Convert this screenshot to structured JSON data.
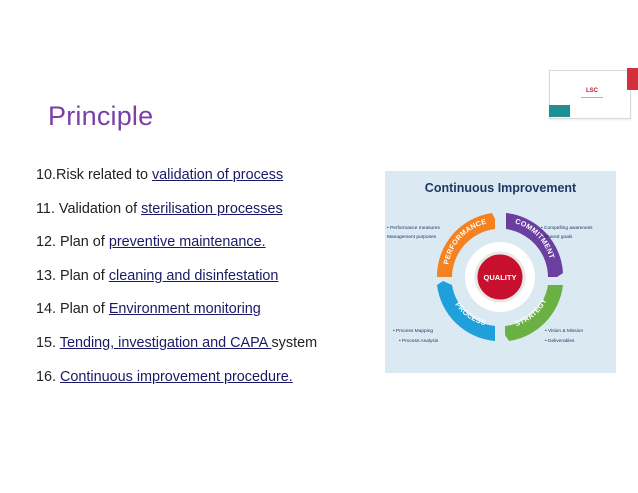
{
  "slide": {
    "title": "Principle",
    "logo_text": "LSC",
    "items": [
      {
        "prefix": "10.Risk related to ",
        "link": "validation of process",
        "suffix": ""
      },
      {
        "prefix": "11. Validation of ",
        "link": "sterilisation processes",
        "suffix": ""
      },
      {
        "prefix": "12. Plan of ",
        "link": "preventive maintenance.",
        "suffix": ""
      },
      {
        "prefix": "13. Plan of ",
        "link": "cleaning and disinfestation",
        "suffix": ""
      },
      {
        "prefix": "14. Plan of ",
        "link": "Environment monitoring",
        "suffix": ""
      },
      {
        "prefix": "15. ",
        "link": "Tending, investigation and CAPA ",
        "suffix": "system"
      },
      {
        "prefix": "16.  ",
        "link": "Continuous improvement procedure.",
        "suffix": ""
      }
    ]
  },
  "diagram": {
    "title": "Continuous Improvement",
    "center": "QUALITY",
    "segments": {
      "performance": "PERFORMANCE",
      "commitment": "COMMITMENT",
      "strategy": "STRATEGY",
      "process": "PROCESS"
    },
    "notes": {
      "top_left_1": "• Performance measures",
      "top_left_2": "Management purposes",
      "top_right_1": "• Compelling awareness",
      "top_right_2": "• Shared goals",
      "bottom_left_1": "• Process Mapping",
      "bottom_left_2": "• Process Analysis",
      "bottom_right_1": "• Vision & Mission",
      "bottom_right_2": "• Deliverables"
    },
    "colors": {
      "performance": "#f58220",
      "commitment": "#6b3fa0",
      "strategy": "#6ab043",
      "process": "#1fa0db",
      "center": "#c8102e",
      "background": "#dbe9f2",
      "title": "#1f3864"
    }
  }
}
